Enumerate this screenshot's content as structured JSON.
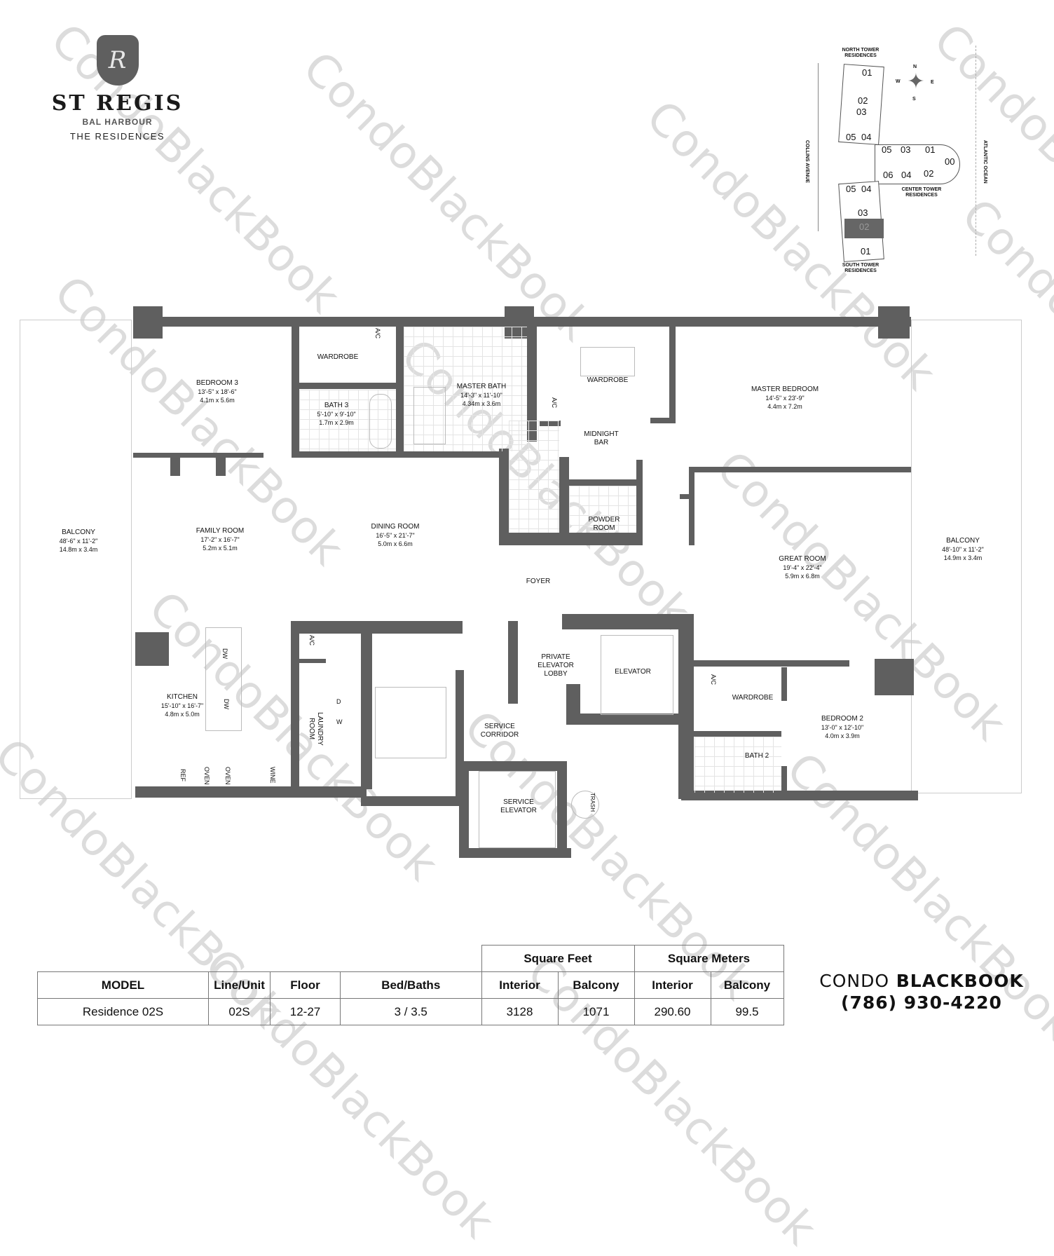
{
  "logo": {
    "crest_letter": "R",
    "brand": "ST REGIS",
    "location": "BAL HARBOUR",
    "tagline": "THE RESIDENCES"
  },
  "key_plan": {
    "north_tower": {
      "label": "NORTH TOWER RESIDENCES",
      "units": [
        "01",
        "02",
        "03",
        "05",
        "04"
      ]
    },
    "center_tower": {
      "label": "CENTER TOWER RESIDENCES",
      "units": [
        "05",
        "03",
        "01",
        "00",
        "06",
        "04",
        "02"
      ]
    },
    "south_tower": {
      "label": "SOUTH TOWER RESIDENCES",
      "units": [
        "05",
        "04",
        "03",
        "02",
        "01"
      ],
      "highlighted": "02"
    },
    "street": "COLLINS AVENUE",
    "ocean": "ATLANTIC OCEAN",
    "compass": {
      "n": "N",
      "s": "S",
      "e": "E",
      "w": "W"
    },
    "highlight_color": "#666666"
  },
  "rooms": {
    "bedroom3": {
      "name": "BEDROOM 3",
      "imperial": "13'-5\" x 18'-6\"",
      "metric": "4.1m x 5.6m"
    },
    "wardrobe1": {
      "name": "WARDROBE"
    },
    "bath3": {
      "name": "BATH 3",
      "imperial": "5'-10\" x 9'-10\"",
      "metric": "1.7m x 2.9m"
    },
    "master_bath": {
      "name": "MASTER BATH",
      "imperial": "14'-3\" x 11'-10\"",
      "metric": "4.34m x 3.6m"
    },
    "wardrobe2": {
      "name": "WARDROBE"
    },
    "midnight_bar": {
      "name": "MIDNIGHT BAR"
    },
    "master_bedroom": {
      "name": "MASTER BEDROOM",
      "imperial": "14'-5\" x 23'-9\"",
      "metric": "4.4m x 7.2m"
    },
    "balcony_west": {
      "name": "BALCONY",
      "imperial": "48'-6\" x 11'-2\"",
      "metric": "14.8m x 3.4m"
    },
    "family_room": {
      "name": "FAMILY ROOM",
      "imperial": "17'-2\" x 16'-7\"",
      "metric": "5.2m x 5.1m"
    },
    "dining_room": {
      "name": "DINING ROOM",
      "imperial": "16'-5\" x 21'-7\"",
      "metric": "5.0m x 6.6m"
    },
    "powder_room": {
      "name": "POWDER ROOM"
    },
    "foyer": {
      "name": "FOYER"
    },
    "great_room": {
      "name": "GREAT ROOM",
      "imperial": "19'-4\" x 22'-4\"",
      "metric": "5.9m x 6.8m"
    },
    "balcony_east": {
      "name": "BALCONY",
      "imperial": "48'-10\" x 11'-2\"",
      "metric": "14.9m x 3.4m"
    },
    "kitchen": {
      "name": "KITCHEN",
      "imperial": "15'-10\" x 16'-7\"",
      "metric": "4.8m x 5.0m"
    },
    "laundry_room": {
      "name": "LAUNDRY ROOM"
    },
    "private_elevator_lobby": {
      "name": "PRIVATE ELEVATOR LOBBY"
    },
    "elevator": {
      "name": "ELEVATOR"
    },
    "service_corridor": {
      "name": "SERVICE CORRIDOR"
    },
    "service_elevator": {
      "name": "SERVICE ELEVATOR"
    },
    "trash": {
      "name": "TRASH"
    },
    "wardrobe3": {
      "name": "WARDROBE"
    },
    "bedroom2": {
      "name": "BEDROOM 2",
      "imperial": "13'-0\" x 12'-10\"",
      "metric": "4.0m x 3.9m"
    },
    "bath2": {
      "name": "BATH 2"
    }
  },
  "fixtures": {
    "ac": "A/C",
    "dw": "DW",
    "ref": "REF",
    "oven": "OVEN",
    "wine": "WINE",
    "dryer": "D",
    "washer": "W"
  },
  "spec_table": {
    "group_headers": {
      "sqft": "Square Feet",
      "sqm": "Square Meters"
    },
    "columns": [
      "MODEL",
      "Line/Unit",
      "Floor",
      "Bed/Baths",
      "Interior",
      "Balcony",
      "Interior",
      "Balcony"
    ],
    "row": [
      "Residence 02S",
      "02S",
      "12-27",
      "3 / 3.5",
      "3128",
      "1071",
      "290.60",
      "99.5"
    ]
  },
  "contact": {
    "brand_light": "CONDO",
    "brand_bold": "BLACKBOOK",
    "phone": "(786) 930-4220"
  },
  "watermark": "CondoBlackBook",
  "colors": {
    "wall": "#5f5f5f",
    "watermark": "#dcdcdc",
    "text": "#111111"
  }
}
